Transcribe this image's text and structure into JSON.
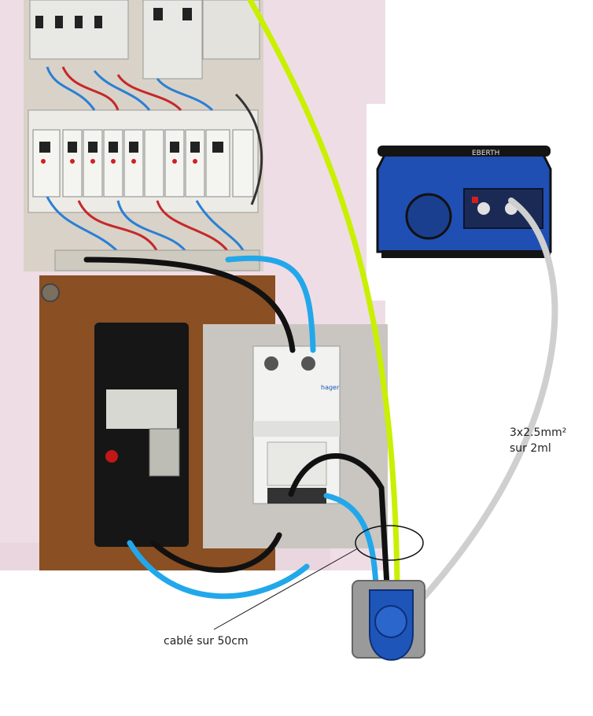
{
  "annotations": {
    "cable_spec_line1": "3x2.5mm²",
    "cable_spec_line2": "sur 2ml",
    "cable_length": "cablé sur 50cm"
  },
  "labels": {
    "generator_brand": "EBERTH",
    "modular_breaker_brand": "hager"
  },
  "colors": {
    "wall": "#f0dfe6",
    "wood_panel": "#8a4f22",
    "wire_earth": "#c8f000",
    "wire_phase": "#111111",
    "wire_neutral": "#22a8ea",
    "wire_generator": "#cfcfcf",
    "generator_body": "#1f4fb3",
    "socket_blue": "#1e55b8",
    "highlight_ellipse": "#111111"
  }
}
